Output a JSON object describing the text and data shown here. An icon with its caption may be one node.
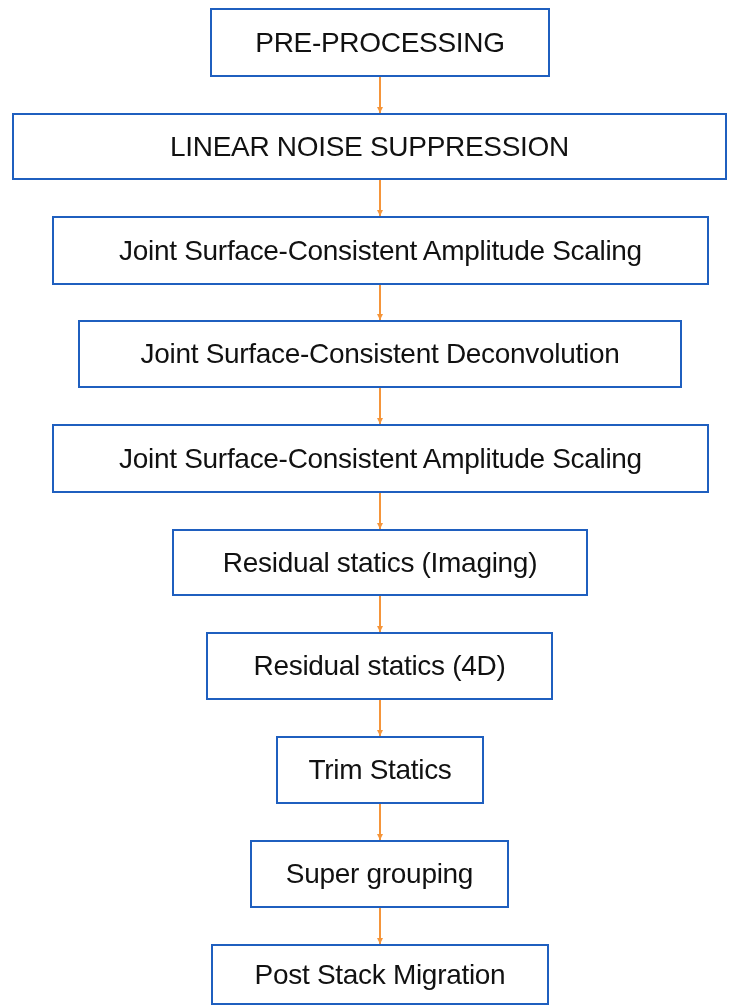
{
  "diagram": {
    "nodes": [
      {
        "text": [
          "PRE-PROCESSING"
        ]
      },
      {
        "text": [
          "LINEAR NOISE SUPPRESSION"
        ]
      },
      {
        "text": [
          "Joint Surface-Consistent Amplitude Scaling"
        ]
      },
      {
        "text": [
          "Joint Surface-Consistent Deconvolution"
        ]
      },
      {
        "text": [
          "Joint Surface-Consistent Amplitude Scaling"
        ]
      },
      {
        "text": [
          "Residual statics (Imaging)"
        ]
      },
      {
        "text": [
          "Residual statics (4D)"
        ]
      },
      {
        "text": [
          "Trim Statics"
        ]
      },
      {
        "text": [
          "Super grouping"
        ]
      },
      {
        "text": [
          "Post Stack Migration"
        ]
      }
    ],
    "edges": [
      {
        "from": 0,
        "to": 1,
        "arrow": "to"
      },
      {
        "from": 1,
        "to": 2,
        "arrow": "to"
      },
      {
        "from": 2,
        "to": 3,
        "arrow": "to"
      },
      {
        "from": 3,
        "to": 4,
        "arrow": "to"
      },
      {
        "from": 4,
        "to": 5,
        "arrow": "to"
      },
      {
        "from": 5,
        "to": 6,
        "arrow": "to"
      },
      {
        "from": 6,
        "to": 7,
        "arrow": "to"
      },
      {
        "from": 7,
        "to": 8,
        "arrow": "to"
      },
      {
        "from": 8,
        "to": 9,
        "arrow": "to"
      }
    ]
  }
}
